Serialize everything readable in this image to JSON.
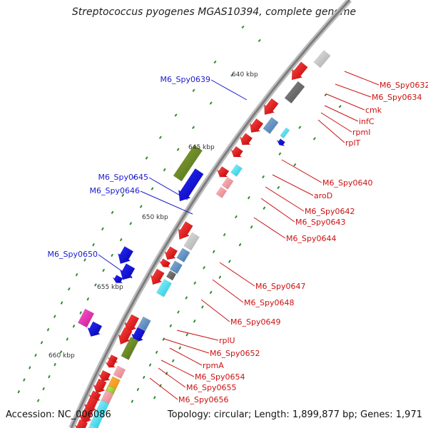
{
  "title": "Streptococcus pyogenes MGAS10394, complete genome",
  "footer": {
    "accession": "Accession: NC_006086",
    "topology": "Topology: circular; Length: 1,899,877 bp; Genes: 1,971"
  },
  "scale_labels": [
    "640 kbp",
    "645 kbp",
    "650 kbp",
    "655 kbp",
    "660 kbp"
  ],
  "left_gene_labels": [
    "M6_Spy0639",
    "M6_Spy0645",
    "M6_Spy0646",
    "M6_Spy0650"
  ],
  "right_gene_labels": [
    "M6_Spy0632",
    "M6_Spy0634",
    "cmk",
    "infC",
    "rpmI",
    "rplT",
    "M6_Spy0640",
    "aroD",
    "M6_Spy0642",
    "M6_Spy0643",
    "M6_Spy0644",
    "M6_Spy0647",
    "M6_Spy0648",
    "M6_Spy0649",
    "rplU",
    "M6_Spy0652",
    "rpmA",
    "M6_Spy0654",
    "M6_Spy0655",
    "M6_Spy0656"
  ],
  "colors": {
    "backbone": "#8a8a8a",
    "left_label": "#1a1acc",
    "right_label": "#cc1111",
    "tick": "#2e8b2e"
  }
}
